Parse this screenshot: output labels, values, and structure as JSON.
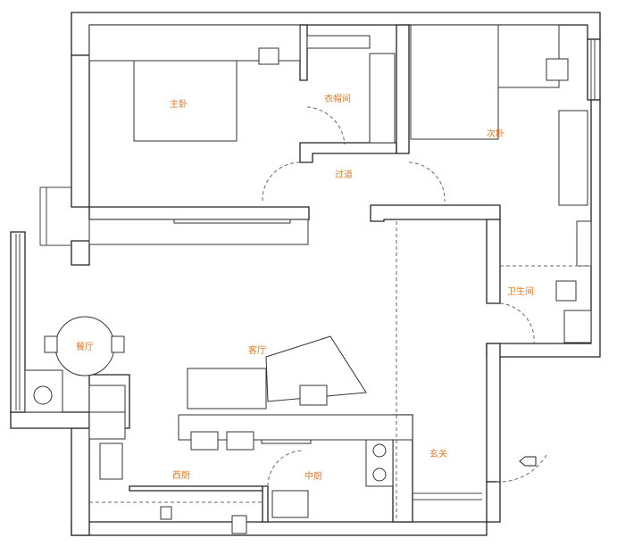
{
  "title": "Floor plan",
  "accent_color": "#e07b2a",
  "rooms": {
    "master_bedroom": "主卧",
    "walk_in_closet": "衣帽间",
    "second_bedroom": "次卧",
    "corridor": "过道",
    "bathroom": "卫生间",
    "dining_room": "餐厅",
    "living_room": "客厅",
    "western_kitchen": "西厨",
    "chinese_kitchen": "中厨",
    "entrance": "玄关"
  }
}
